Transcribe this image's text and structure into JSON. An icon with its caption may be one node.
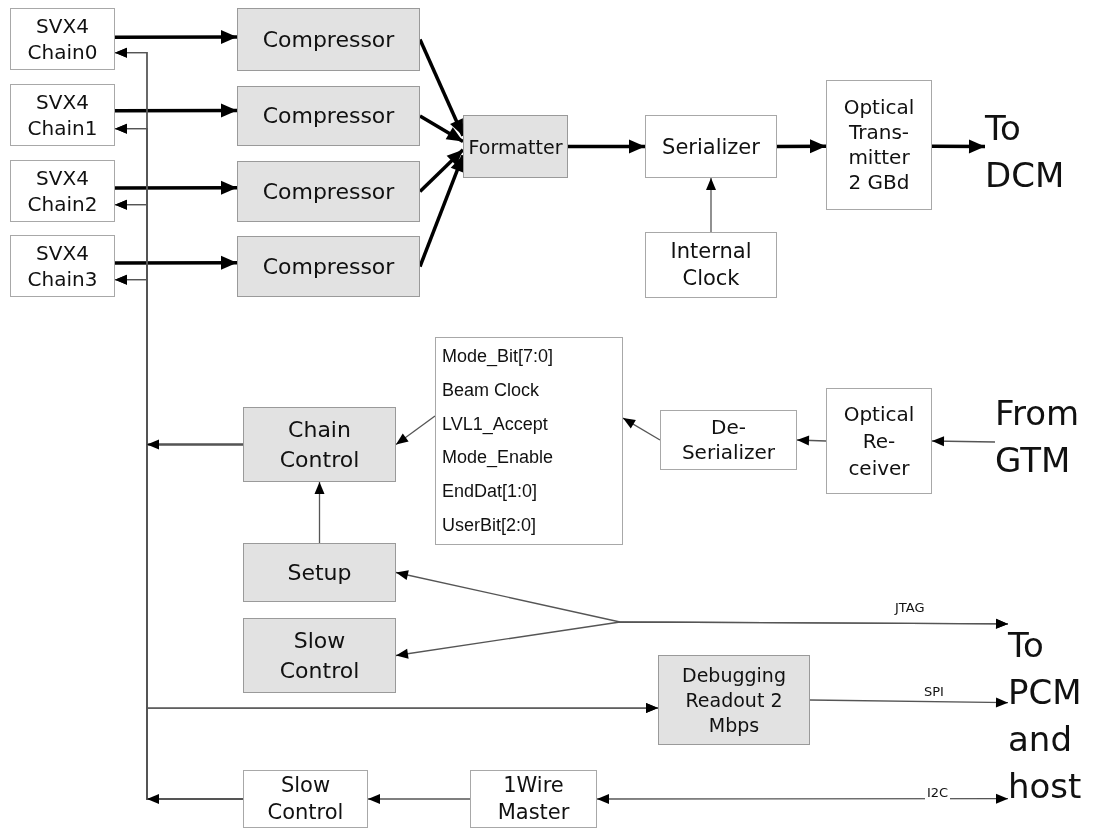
{
  "diagram": {
    "nodes": [
      {
        "text": [
          "SVX4 Chain0"
        ]
      },
      {
        "text": [
          "SVX4 Chain1"
        ]
      },
      {
        "text": [
          "SVX4 Chain2"
        ]
      },
      {
        "text": [
          "SVX4 Chain3"
        ]
      },
      {
        "text": [
          "Compressor"
        ]
      },
      {
        "text": [
          "Compressor"
        ]
      },
      {
        "text": [
          "Compressor"
        ]
      },
      {
        "text": [
          "Compressor"
        ]
      },
      {
        "text": [
          "Formatter"
        ]
      },
      {
        "text": [
          "Serializer"
        ]
      },
      {
        "text": [
          "Optical Trans- mitter 2 GBd"
        ]
      },
      {
        "text": [
          "To DCM"
        ]
      },
      {
        "text": [
          "Internal Clock"
        ]
      },
      {
        "text": [
          "Mode_Bit[7:0]",
          "Beam Clock",
          "LVL1_Accept",
          "Mode_Enable",
          "EndDat[1:0]",
          "UserBit[2:0]"
        ]
      },
      {
        "text": [
          "Chain Control"
        ]
      },
      {
        "text": [
          "De- Serializer"
        ]
      },
      {
        "text": [
          "Optical Re- ceiver"
        ]
      },
      {
        "text": [
          "From GTM"
        ]
      },
      {
        "text": [
          "Setup"
        ]
      },
      {
        "text": [
          "Slow Control"
        ]
      },
      {
        "text": [
          "Debugging Readout 2 Mbps"
        ]
      },
      {
        "text": [
          "To PCM and host"
        ]
      },
      {
        "text": [
          "Slow Control"
        ]
      },
      {
        "text": [
          "1Wire Master"
        ]
      }
    ],
    "edges": [
      {
        "from": 0,
        "to": 4,
        "arrow": "to",
        "style": "thick"
      },
      {
        "from": 1,
        "to": 5,
        "arrow": "to",
        "style": "thick"
      },
      {
        "from": 2,
        "to": 6,
        "arrow": "to",
        "style": "thick"
      },
      {
        "from": 3,
        "to": 7,
        "arrow": "to",
        "style": "thick"
      },
      {
        "from": 4,
        "to": 8,
        "arrow": "to",
        "style": "thick"
      },
      {
        "from": 5,
        "to": 8,
        "arrow": "to",
        "style": "thick"
      },
      {
        "from": 6,
        "to": 8,
        "arrow": "to",
        "style": "thick"
      },
      {
        "from": 7,
        "to": 8,
        "arrow": "to",
        "style": "thick"
      },
      {
        "from": 8,
        "to": 9,
        "arrow": "to",
        "style": "thick"
      },
      {
        "from": 9,
        "to": 10,
        "arrow": "to",
        "style": "thick"
      },
      {
        "from": 10,
        "to": 11,
        "arrow": "to",
        "style": "thick"
      },
      {
        "from": 12,
        "to": 9,
        "arrow": "to"
      },
      {
        "from": 17,
        "to": 16,
        "arrow": "to"
      },
      {
        "from": 16,
        "to": 15,
        "arrow": "to"
      },
      {
        "from": 15,
        "to": 13,
        "arrow": "to"
      },
      {
        "from": 13,
        "to": 14,
        "arrow": "to"
      },
      {
        "from": 18,
        "to": 14,
        "arrow": "to"
      },
      {
        "from": 14,
        "to": 0,
        "arrow": "to"
      },
      {
        "from": 14,
        "to": 1,
        "arrow": "to"
      },
      {
        "from": 14,
        "to": 2,
        "arrow": "to"
      },
      {
        "from": 14,
        "to": 3,
        "arrow": "to"
      },
      {
        "from": 14,
        "to": 20,
        "arrow": "to"
      },
      {
        "from": 22,
        "to": 0,
        "arrow": "to"
      },
      {
        "from": 22,
        "to": 1,
        "arrow": "to"
      },
      {
        "from": 22,
        "to": 2,
        "arrow": "to"
      },
      {
        "from": 22,
        "to": 3,
        "arrow": "to"
      },
      {
        "from": 22,
        "to": 20,
        "arrow": "to"
      },
      {
        "from": 18,
        "to": 21,
        "arrow": "both",
        "label": "JTAG"
      },
      {
        "from": 19,
        "to": 21,
        "arrow": "both"
      },
      {
        "from": 20,
        "to": 21,
        "arrow": "to",
        "label": "SPI"
      },
      {
        "from": 23,
        "to": 21,
        "arrow": "both",
        "label": "I2C"
      },
      {
        "from": 23,
        "to": 22,
        "arrow": "to"
      }
    ]
  }
}
